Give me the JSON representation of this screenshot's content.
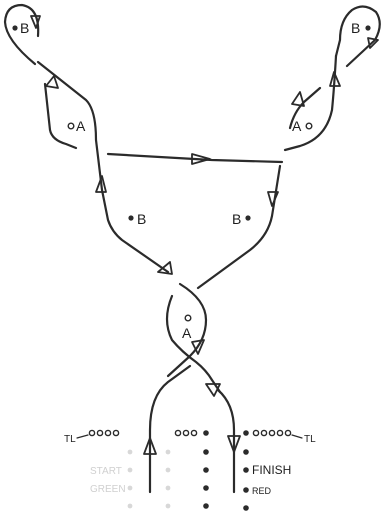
{
  "diagram": {
    "labels": {
      "B_top_left": "B",
      "B_top_right": "B",
      "A_left": "A",
      "A_right": "A",
      "B_mid_left": "B",
      "B_mid_right": "B",
      "A_center": "A",
      "TL_left": "TL",
      "TL_right": "TL",
      "finish": "FINISH",
      "red": "RED",
      "start_faint": "START",
      "green_faint": "GREEN"
    }
  }
}
